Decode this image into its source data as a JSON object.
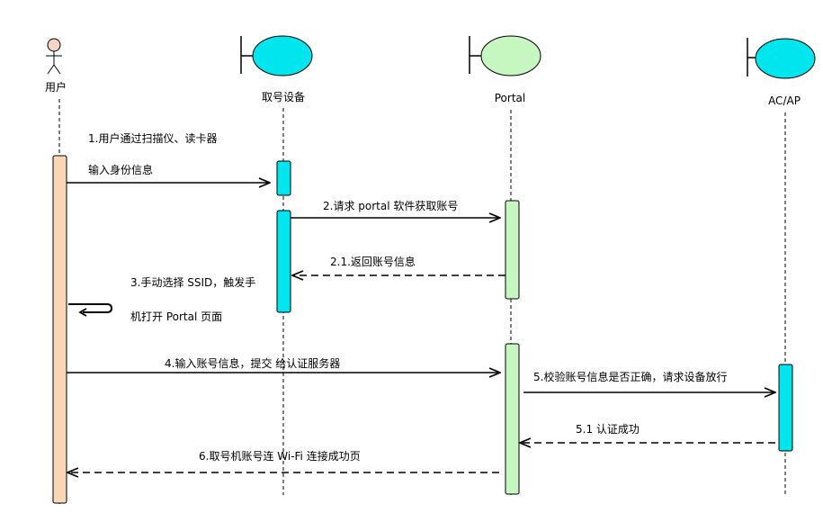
{
  "participants": {
    "user": {
      "label": "用户",
      "color": "#f6d5c4"
    },
    "kiosk": {
      "label": "取号设备",
      "color": "#00e5ee"
    },
    "portal": {
      "label": "Portal",
      "color": "#c7f7c0"
    },
    "acap": {
      "label": "AC/AP",
      "color": "#00e5ee"
    }
  },
  "activation_colors": {
    "user": "#f9d7b6",
    "kiosk": "#00e5ee",
    "portal": "#c7f7c0",
    "acap": "#00e5ee"
  },
  "messages": {
    "m1": "1.用户通过扫描仪、读卡器",
    "m1b": "输入身份信息",
    "m2": "2.请求 portal 软件获取账号",
    "m21": "2.1.返回账号信息",
    "m3a": "3.手动选择 SSID，触发手",
    "m3b": "机打开 Portal 页面",
    "m4": "4.输入账号信息，提交 给认证服务器",
    "m5": "5.校验账号信息是否正确，请求设备放行",
    "m51": "5.1 认证成功",
    "m6": "6.取号机账号连 Wi-Fi 连接成功页"
  }
}
